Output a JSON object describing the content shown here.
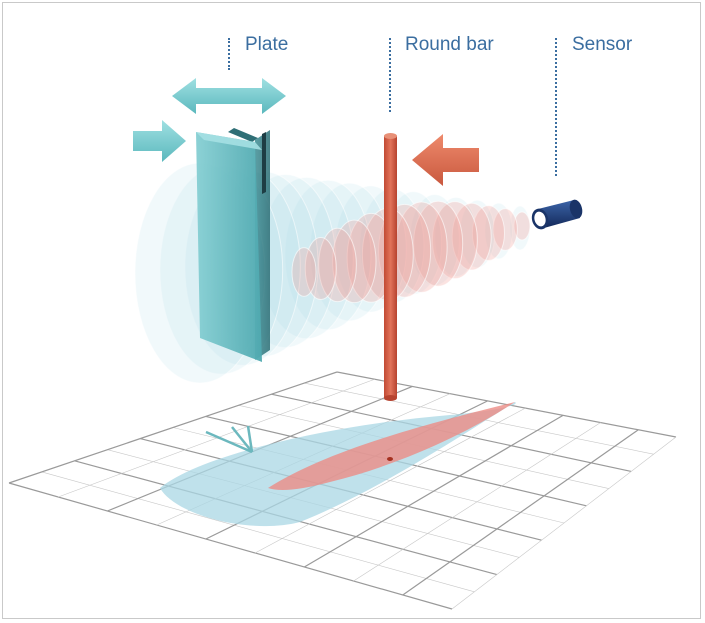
{
  "labels": {
    "plate": "Plate",
    "round_bar": "Round bar",
    "sensor": "Sensor"
  },
  "colors": {
    "plate_teal": "#6cc3c8",
    "beam_blue": "#a8dbe6",
    "bar_red": "#d9634a",
    "beam_red": "#f19a92",
    "sensor_navy": "#1f3f7a",
    "label_blue": "#3b6ea0",
    "grid": "#9a9a9a"
  },
  "icons": {
    "plate_motion": "double-arrow-left-right-icon",
    "plate_push": "arrow-right-icon",
    "bar_push": "arrow-left-icon",
    "reflection": "reflection-arrow-icon"
  }
}
